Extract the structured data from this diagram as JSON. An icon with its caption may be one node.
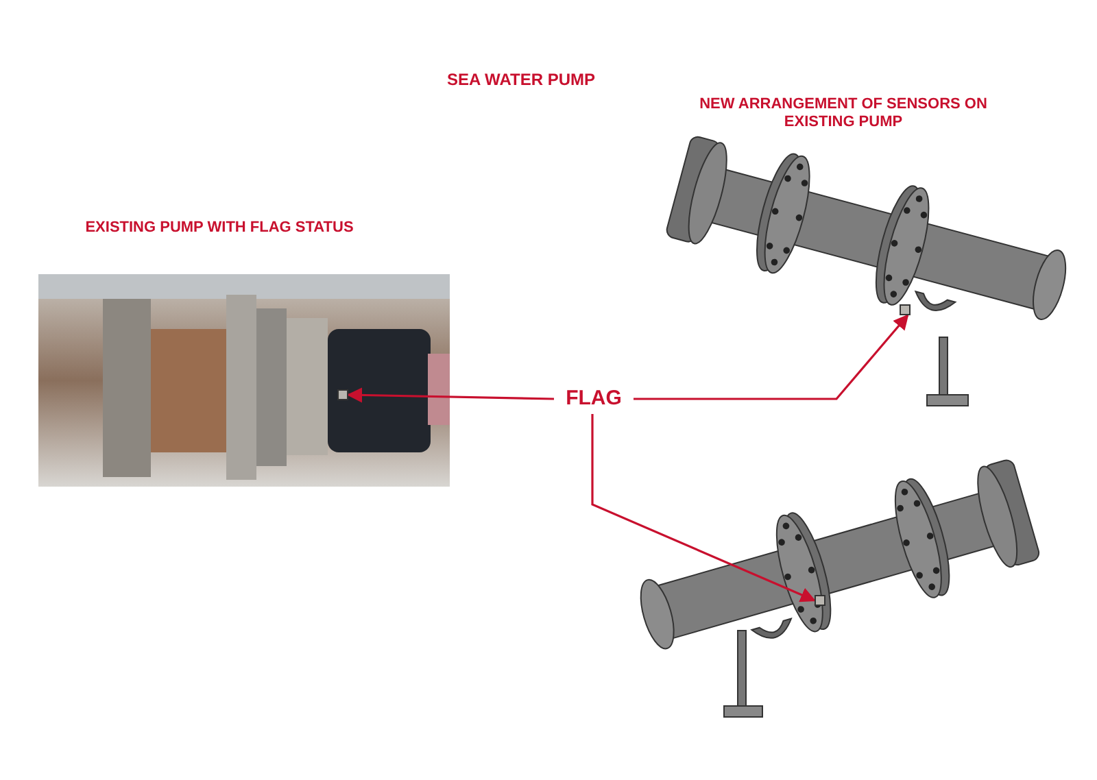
{
  "diagram": {
    "title": "SEA WATER PUMP",
    "nodes": [
      {
        "text": [],
        "shape": "box"
      },
      {
        "text": [
          "FLAG"
        ]
      },
      {
        "text": [],
        "shape": "box"
      },
      {
        "text": [],
        "shape": "box"
      }
    ],
    "edges": [
      {
        "from": 1,
        "to": 0,
        "arrow": "to"
      },
      {
        "from": 1,
        "to": 2,
        "arrow": "to"
      },
      {
        "from": 1,
        "to": 3,
        "arrow": "to"
      }
    ],
    "labels": [
      "NEW ARRANGEMENT OF SENSORS ON EXISTING PUMP",
      "EXISTING PUMP WITH FLAG STATUS"
    ]
  }
}
